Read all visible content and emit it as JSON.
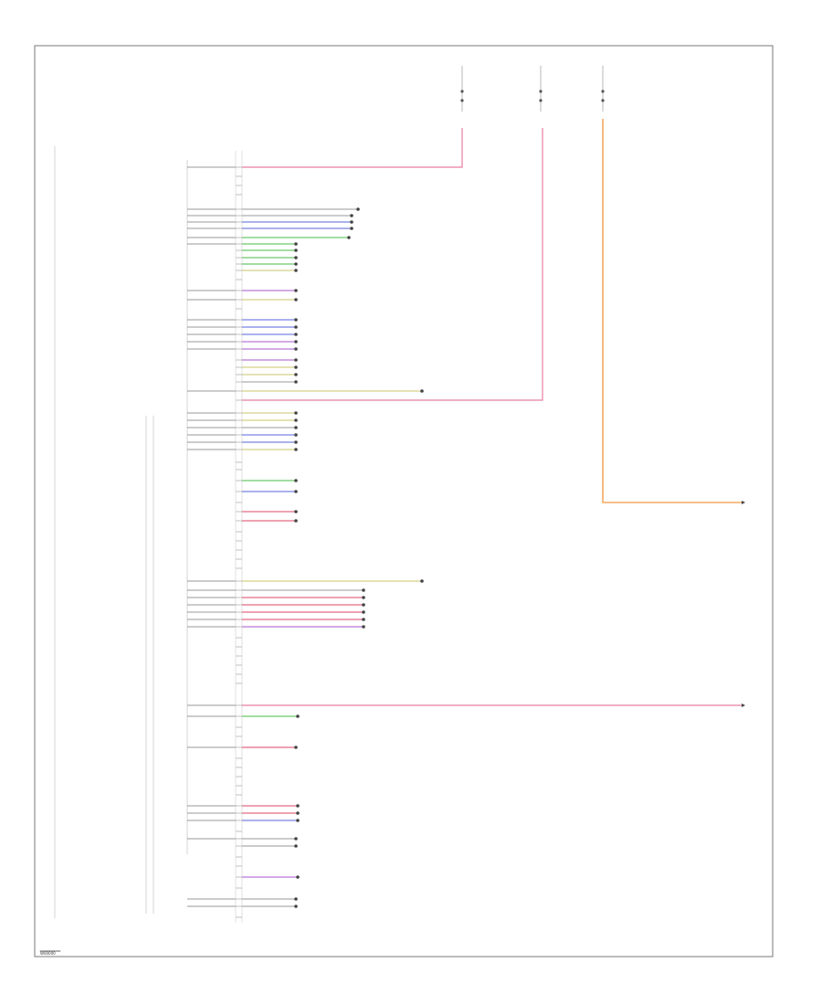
{
  "diagram_code": "W00000",
  "module_label": "",
  "top_fuses": [
    {
      "id": "fuse-1",
      "label": ""
    },
    {
      "id": "fuse-2",
      "label": ""
    },
    {
      "id": "fuse-3",
      "label": ""
    }
  ],
  "splice_labels": [
    "",
    "",
    ""
  ],
  "colors": {
    "pink": "#e87ea0",
    "orange": "#f4a860",
    "green": "#44bb44",
    "blue": "#5566dd",
    "violet": "#aa55cc",
    "olive": "#c9c46a",
    "red": "#dd4466",
    "gray": "#999999",
    "frame": "#777777"
  }
}
